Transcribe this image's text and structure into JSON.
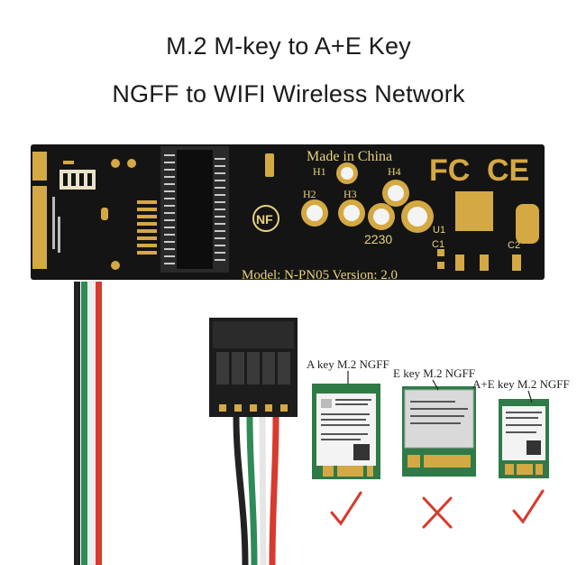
{
  "heading": {
    "line1": "M.2 M-key to A+E Key",
    "line2": "NGFF to WIFI Wireless Network"
  },
  "board": {
    "made_in": "Made in China",
    "holes": [
      "H1",
      "H2",
      "H3",
      "H4"
    ],
    "size_code": "2230",
    "u1": "U1",
    "c1": "C1",
    "c2": "C2",
    "model_text": "Model: N-PN05 Version: 2.0",
    "fcc_logo": "FC",
    "ce_logo": "CE",
    "nf_logo": "NF",
    "colors": {
      "pcb": "#141414",
      "gold": "#d4a843",
      "silk": "#e8d27a"
    }
  },
  "cards": [
    {
      "label": "A key M.2 NGFF",
      "verdict": "check"
    },
    {
      "label": "E key M.2 NGFF",
      "verdict": "cross"
    },
    {
      "label": "A+E key M.2 NGFF",
      "verdict": "check"
    }
  ],
  "wire_colors": [
    "#2e8b57",
    "#eeeeee",
    "#d93a2e",
    "#222222"
  ],
  "mark_colors": {
    "check": "#d8392c",
    "cross": "#d8392c"
  }
}
